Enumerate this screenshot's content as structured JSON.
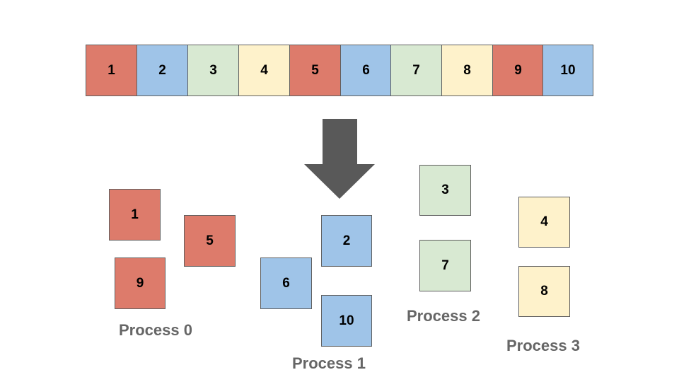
{
  "colors": {
    "red": "#dd7b6b",
    "blue": "#9fc4e8",
    "green": "#d8e9d2",
    "yellow": "#fef2cb",
    "arrow": "#595959",
    "border": "#5f5f5f",
    "label": "#666666"
  },
  "array": {
    "cells": [
      {
        "label": "1",
        "color": "red"
      },
      {
        "label": "2",
        "color": "blue"
      },
      {
        "label": "3",
        "color": "green"
      },
      {
        "label": "4",
        "color": "yellow"
      },
      {
        "label": "5",
        "color": "red"
      },
      {
        "label": "6",
        "color": "blue"
      },
      {
        "label": "7",
        "color": "green"
      },
      {
        "label": "8",
        "color": "yellow"
      },
      {
        "label": "9",
        "color": "red"
      },
      {
        "label": "10",
        "color": "blue"
      }
    ]
  },
  "processes": [
    {
      "label": "Process 0",
      "color": "red",
      "items": [
        "1",
        "5",
        "9"
      ]
    },
    {
      "label": "Process 1",
      "color": "blue",
      "items": [
        "2",
        "6",
        "10"
      ]
    },
    {
      "label": "Process 2",
      "color": "green",
      "items": [
        "3",
        "7"
      ]
    },
    {
      "label": "Process 3",
      "color": "yellow",
      "items": [
        "4",
        "8"
      ]
    }
  ]
}
